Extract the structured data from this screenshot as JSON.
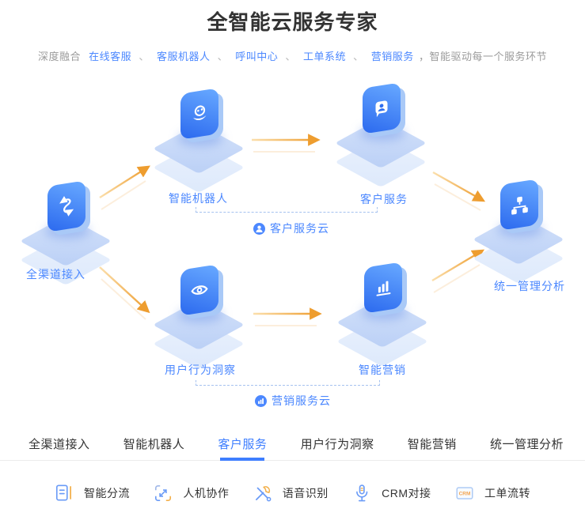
{
  "header": {
    "title": "全智能云服务专家",
    "subtitle_prefix": "深度融合",
    "subtitle_services": [
      "在线客服",
      "客服机器人",
      "呼叫中心",
      "工单系统",
      "营销服务"
    ],
    "subtitle_separator": "、",
    "subtitle_suffix": "，智能驱动每一个服务环节"
  },
  "diagram": {
    "nodes": [
      {
        "label": "全渠道接入",
        "icon": "shuffle-icon"
      },
      {
        "label": "智能机器人",
        "icon": "robot-icon"
      },
      {
        "label": "客户服务",
        "icon": "person-chat-icon"
      },
      {
        "label": "用户行为洞察",
        "icon": "eye-icon"
      },
      {
        "label": "智能营销",
        "icon": "bar-chart-icon"
      },
      {
        "label": "统一管理分析",
        "icon": "sitemap-icon"
      }
    ],
    "groups": [
      {
        "label": "客户服务云",
        "icon": "person-circle-icon"
      },
      {
        "label": "营销服务云",
        "icon": "chart-circle-icon"
      }
    ]
  },
  "tabs": [
    {
      "label": "全渠道接入",
      "active": false
    },
    {
      "label": "智能机器人",
      "active": false
    },
    {
      "label": "客户服务",
      "active": true
    },
    {
      "label": "用户行为洞察",
      "active": false
    },
    {
      "label": "智能营销",
      "active": false
    },
    {
      "label": "统一管理分析",
      "active": false
    }
  ],
  "features": [
    {
      "label": "智能分流",
      "icon": "split-list-icon"
    },
    {
      "label": "人机协作",
      "icon": "expand-arrows-icon"
    },
    {
      "label": "语音识别",
      "icon": "tools-icon"
    },
    {
      "label": "CRM对接",
      "icon": "microphone-icon"
    },
    {
      "label": "工单流转",
      "icon": "crm-badge-icon"
    }
  ],
  "colors": {
    "accent_blue": "#4C88FF",
    "tab_active_blue": "#3E7EFF",
    "arrow_orange": "#EFA23B",
    "tile_blue_light": "#66A7FF",
    "tile_blue_dark": "#2E6CEF",
    "platform_blue": "#C7D8F8",
    "text_dark": "#333333",
    "text_gray": "#9B9B9B"
  }
}
